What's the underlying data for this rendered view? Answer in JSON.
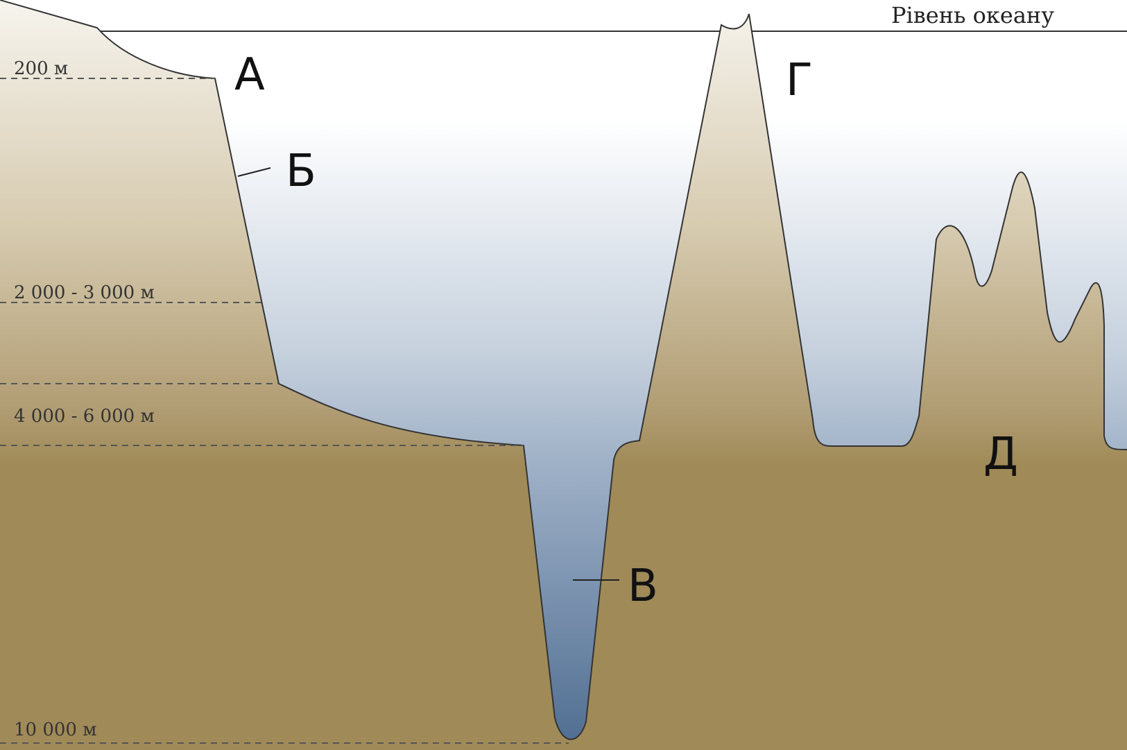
{
  "sea_level_label": "Рівень океану",
  "depth_levels": [
    {
      "id": "d200",
      "label": "200 м"
    },
    {
      "id": "d2000",
      "label": "2 000 - 3 000 м"
    },
    {
      "id": "d4000",
      "label": "4 000 - 6 000 м"
    },
    {
      "id": "d10000",
      "label": "10 000 м"
    }
  ],
  "zones": [
    {
      "id": "A",
      "letter": "А"
    },
    {
      "id": "B",
      "letter": "Б"
    },
    {
      "id": "V",
      "letter": "В"
    },
    {
      "id": "G",
      "letter": "Г"
    },
    {
      "id": "D",
      "letter": "Д"
    }
  ],
  "colors": {
    "water_top": "#ffffff",
    "water_bottom": "#4f6d91",
    "land_top": "#f4f1ea",
    "land_mid": "#cdbd9c",
    "land_bottom": "#a08a58"
  }
}
